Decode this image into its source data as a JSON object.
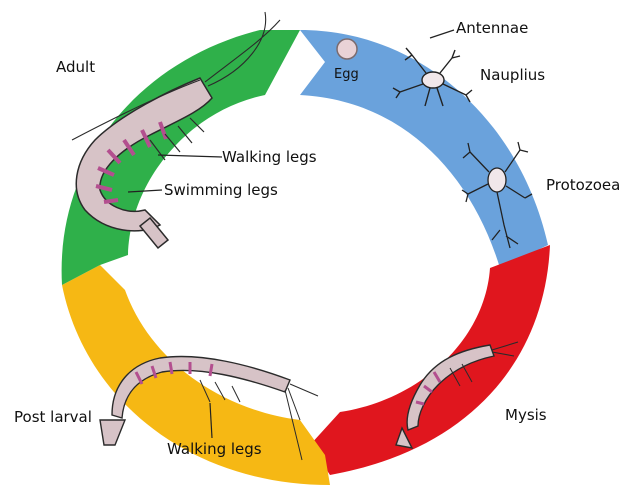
{
  "diagram": {
    "labels": {
      "adult": "Adult",
      "egg": "Egg",
      "antennae": "Antennae",
      "nauplius": "Nauplius",
      "protozoea": "Protozoea",
      "mysis": "Mysis",
      "post_larval": "Post larval",
      "walking_legs_adult": "Walking legs",
      "swimming_legs": "Swimming legs",
      "walking_legs_post": "Walking legs"
    },
    "colors": {
      "green": "#2fb04a",
      "blue": "#6aa2dc",
      "red": "#e0161e",
      "yellow": "#f6b814",
      "shrimp_body": "#d9c2c8",
      "shrimp_stripe": "#b34f8f",
      "outline": "#2b2b2b"
    },
    "icons": [
      "egg-icon",
      "nauplius-icon",
      "protozoea-icon",
      "adult-shrimp-icon",
      "mysis-icon",
      "post-larval-shrimp-icon"
    ]
  }
}
